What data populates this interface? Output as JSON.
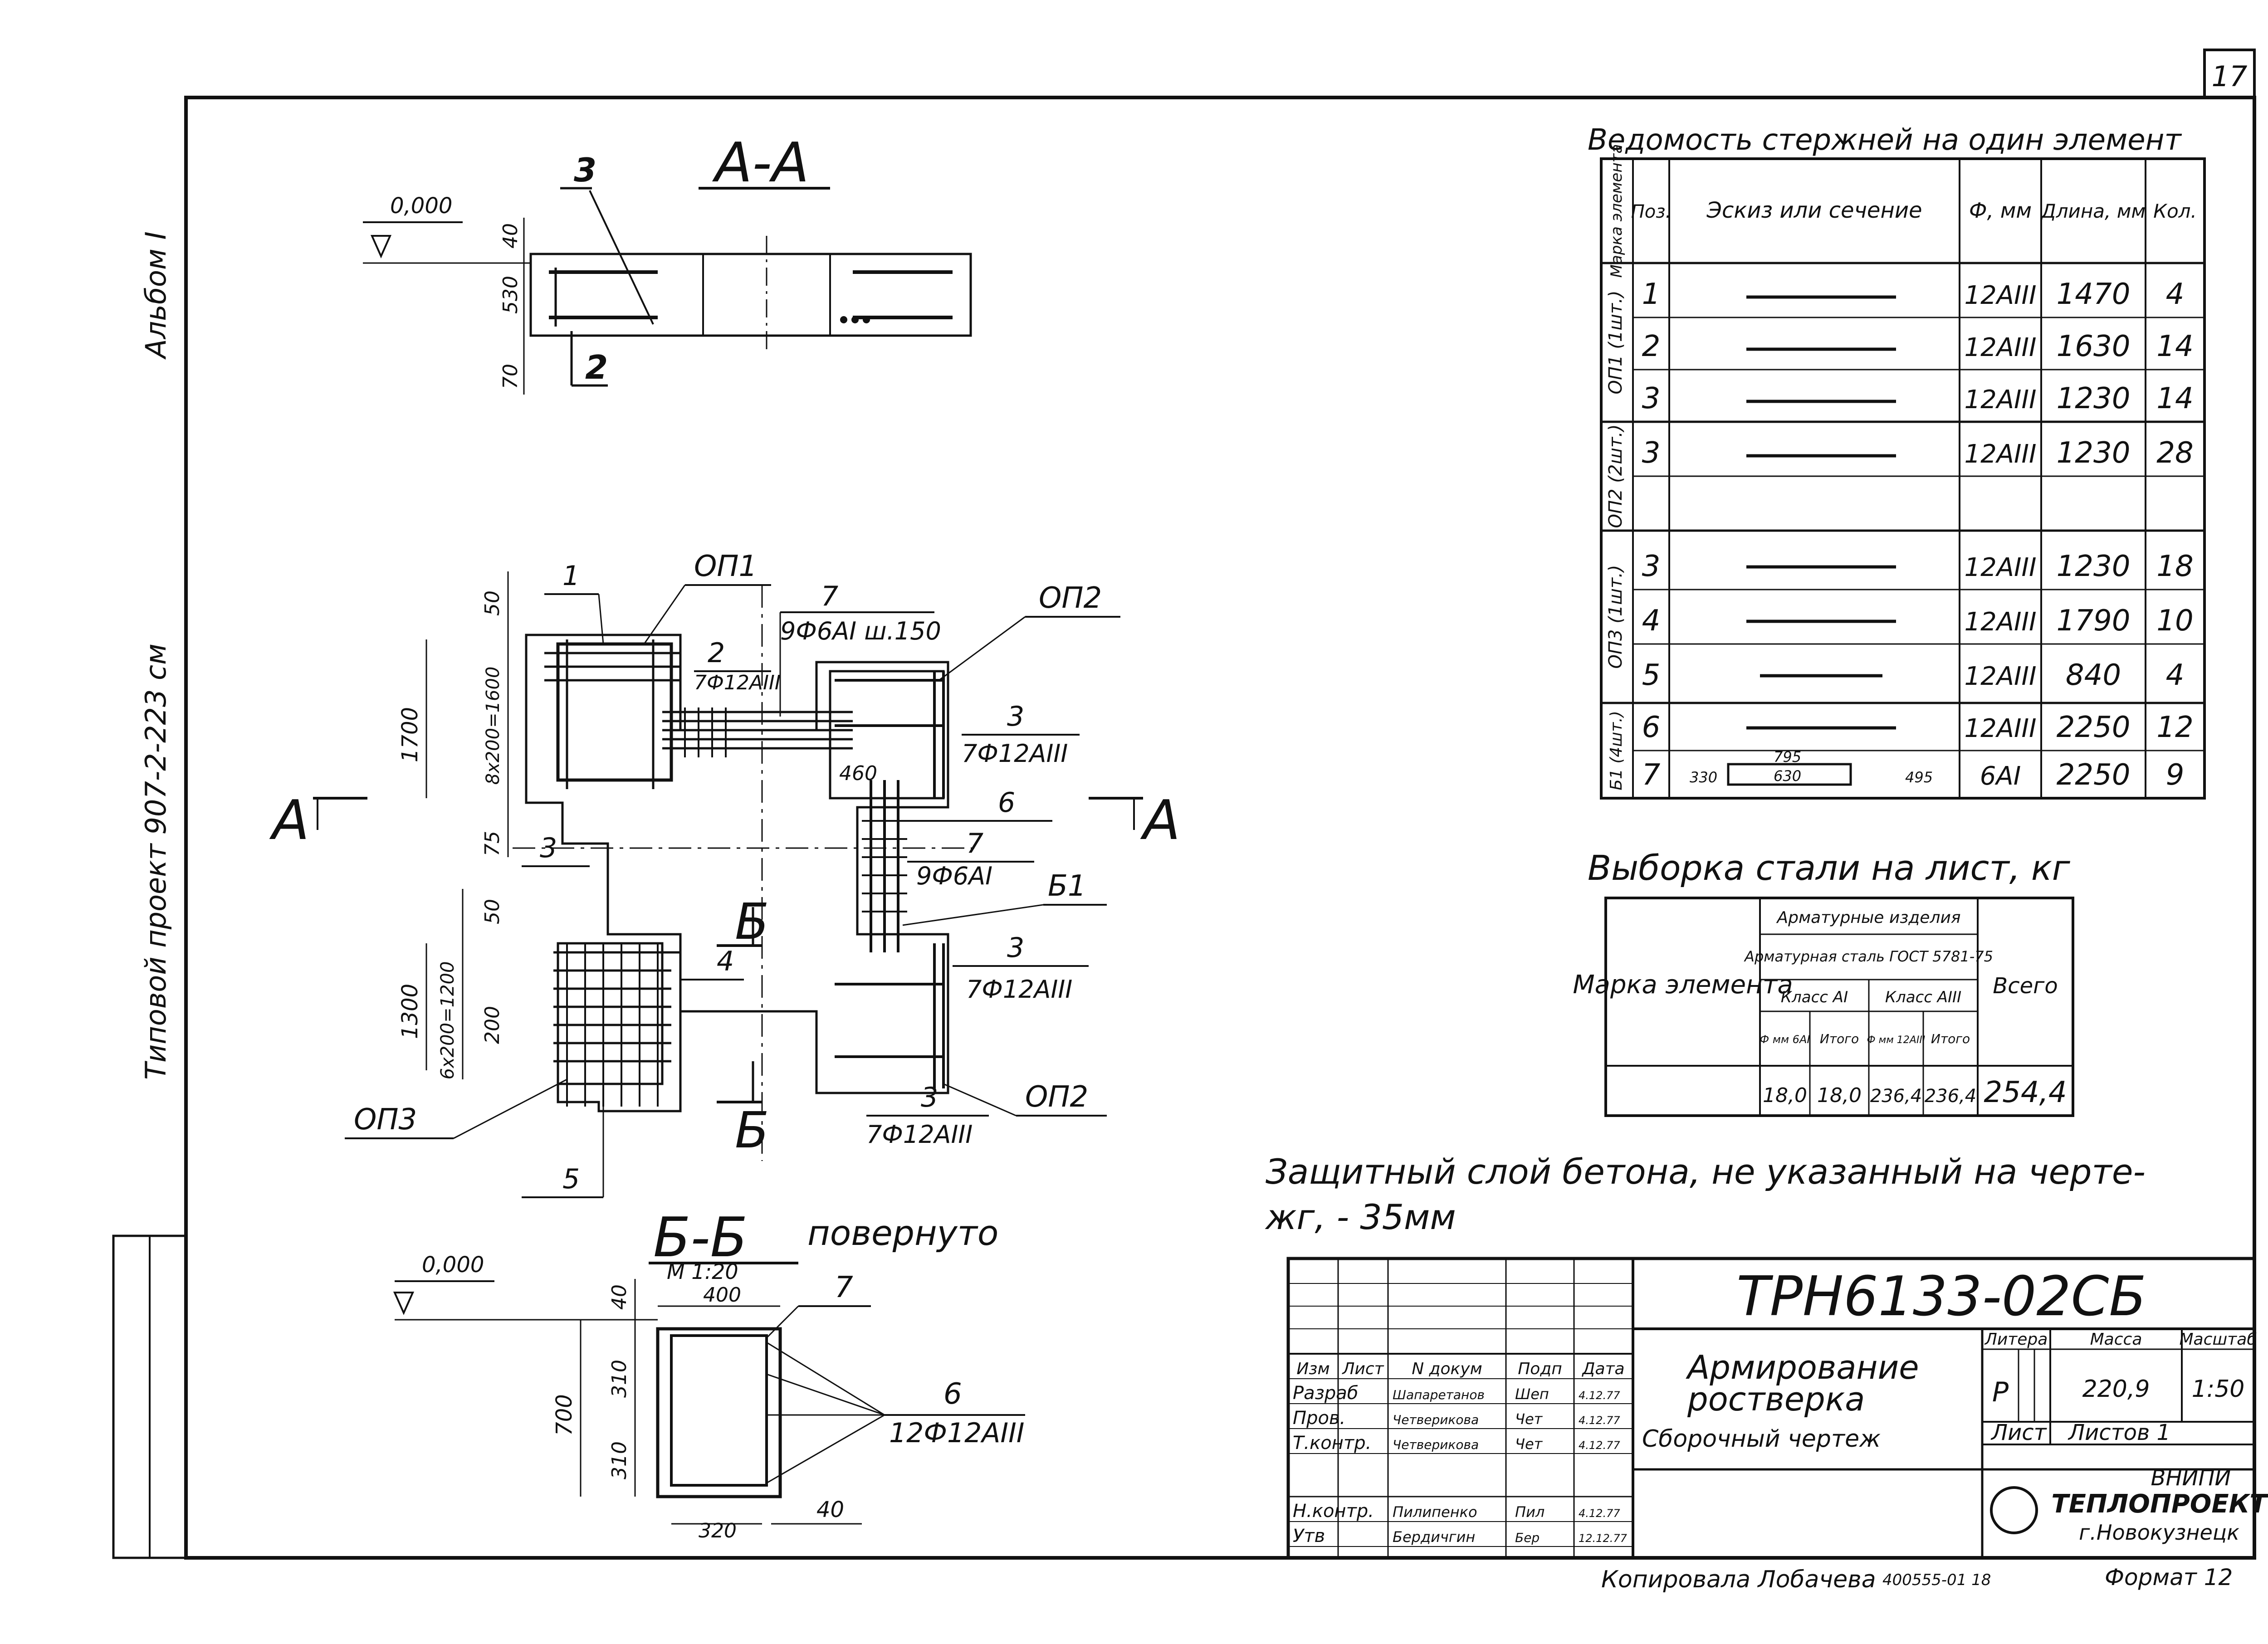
{
  "sheet": {
    "page_number": "17",
    "side_album": "Альбом I",
    "side_project": "Типовой проект 907-2-223 см"
  },
  "section_aa": {
    "title": "А-А",
    "level": "0,000",
    "pos_3": "3",
    "pos_2": "2",
    "dim_40": "40",
    "dim_530": "530",
    "dim_70": "70"
  },
  "plan": {
    "cut_left": "А",
    "cut_right": "А",
    "cut_b_top": "Б",
    "cut_b_bottom": "Б",
    "pos_1": "1",
    "op1": "ОП1",
    "op2_top": "ОП2",
    "op2_bottom": "ОП2",
    "op3": "ОП3",
    "b1": "Б1",
    "pos_7_top": "7",
    "note_7_top": "9Ф6АI ш.150",
    "pos_2": "2",
    "note_2": "7Ф12АIII",
    "pos_3_right": "3",
    "note_3_right": "7Ф12АIII",
    "dim_460": "460",
    "pos_6": "6",
    "pos_7_mid": "7",
    "note_7_mid": "9Ф6АI",
    "pos_3_mid": "3",
    "note_3_mid": "7Ф12АIII",
    "pos_3_bottom": "3",
    "note_3_bottom": "7Ф12АIII",
    "pos_3_left": "3",
    "pos_4": "4",
    "pos_5": "5",
    "dim_50_top": "50",
    "dim_1700": "1700",
    "dim_8x200": "8х200=1600",
    "dim_75": "75",
    "dim_50_bottom": "50",
    "dim_1300": "1300",
    "dim_6x200": "6х200=1200",
    "dim_200": "200"
  },
  "section_bb": {
    "title": "Б-Б",
    "subtitle": "повернуто",
    "scale": "М 1:20",
    "level": "0,000",
    "pos_7": "7",
    "pos_6": "6",
    "note_6": "12Ф12АIII",
    "dim_400": "400",
    "dim_40_top": "40",
    "dim_310_a": "310",
    "dim_310_b": "310",
    "dim_700": "700",
    "dim_320": "320",
    "dim_40_right": "40"
  },
  "rebar_table": {
    "title": "Ведомость стержней на один элемент",
    "headers": [
      "Марка элемента",
      "Поз.",
      "Эскиз или сечение",
      "Ф, мм",
      "Длина, мм",
      "Кол."
    ],
    "groups": [
      {
        "mark": "ОП1 (1шт.)",
        "rows": [
          {
            "pos": "1",
            "dia": "12АIII",
            "len": "1470",
            "qty": "4"
          },
          {
            "pos": "2",
            "dia": "12АIII",
            "len": "1630",
            "qty": "14"
          },
          {
            "pos": "3",
            "dia": "12АIII",
            "len": "1230",
            "qty": "14"
          }
        ]
      },
      {
        "mark": "ОП2 (2шт.)",
        "rows": [
          {
            "pos": "3",
            "dia": "12АIII",
            "len": "1230",
            "qty": "28"
          },
          {
            "pos": "",
            "dia": "",
            "len": "",
            "qty": ""
          }
        ]
      },
      {
        "mark": "ОП3 (1шт.)",
        "rows": [
          {
            "pos": "3",
            "dia": "12АIII",
            "len": "1230",
            "qty": "18"
          },
          {
            "pos": "4",
            "dia": "12АIII",
            "len": "1790",
            "qty": "10"
          },
          {
            "pos": "5",
            "dia": "12АIII",
            "len": "840",
            "qty": "4"
          }
        ]
      },
      {
        "mark": "Б1 (4шт.)",
        "rows": [
          {
            "pos": "6",
            "dia": "12АIII",
            "len": "2250",
            "qty": "12"
          },
          {
            "pos": "7",
            "dia": "6АI",
            "len": "2250",
            "qty": "9"
          }
        ]
      }
    ],
    "stirrup_sketch": {
      "a": "330",
      "b": "795",
      "c": "630",
      "d": "495"
    }
  },
  "steel_table": {
    "title": "Выборка стали на лист, кг",
    "col_mark": "Марка элемента",
    "h_products": "Арматурные изделия",
    "h_steel": "Арматурная сталь ГОСТ 5781-75",
    "h_class_a1": "Класс АI",
    "h_class_a3": "Класс АIII",
    "h_dia6": "Ф мм 6АI",
    "h_total1": "Итого",
    "h_dia12": "Ф мм 12АIII",
    "h_total2": "Итого",
    "h_all": "Всего",
    "values": [
      "18,0",
      "18,0",
      "236,4",
      "236,4",
      "254,4"
    ]
  },
  "note": {
    "line1": "Защитный слой бетона, не указанный на черте-",
    "line2": "жг, - 35мм"
  },
  "title_block": {
    "code": "ТРН6133-02СБ",
    "name1": "Армирование",
    "name2": "ростверка",
    "name3": "Сборочный чертеж",
    "headers": [
      "Изм",
      "Лист",
      "N докум",
      "Подп",
      "Дата"
    ],
    "roles": [
      {
        "role": "Разраб",
        "name": "Шапаретанов",
        "sign": "Шеп",
        "date": "4.12.77"
      },
      {
        "role": "Пров.",
        "name": "Четверикова",
        "sign": "Чет",
        "date": "4.12.77"
      },
      {
        "role": "Т.контр.",
        "name": "Четверикова",
        "sign": "Чет",
        "date": "4.12.77"
      },
      {
        "role": "Н.контр.",
        "name": "Пилипенко",
        "sign": "Пил",
        "date": "4.12.77"
      },
      {
        "role": "Утв",
        "name": "Бердичгин",
        "sign": "Бер",
        "date": "12.12.77"
      }
    ],
    "lit_h": "Литера",
    "mass_h": "Масса",
    "scale_h": "Масштаб",
    "lit": "Р",
    "mass": "220,9",
    "scale": "1:50",
    "sheet_h": "Лист",
    "sheets_h": "Листов 1",
    "org1": "ВНИПИ",
    "org2": "ТЕПЛОПРОЕКТ",
    "org3": "г.Новокузнецк"
  },
  "footer": {
    "copied": "Копировала Лобачева",
    "order": "400555-01 18",
    "format": "Формат 12"
  }
}
